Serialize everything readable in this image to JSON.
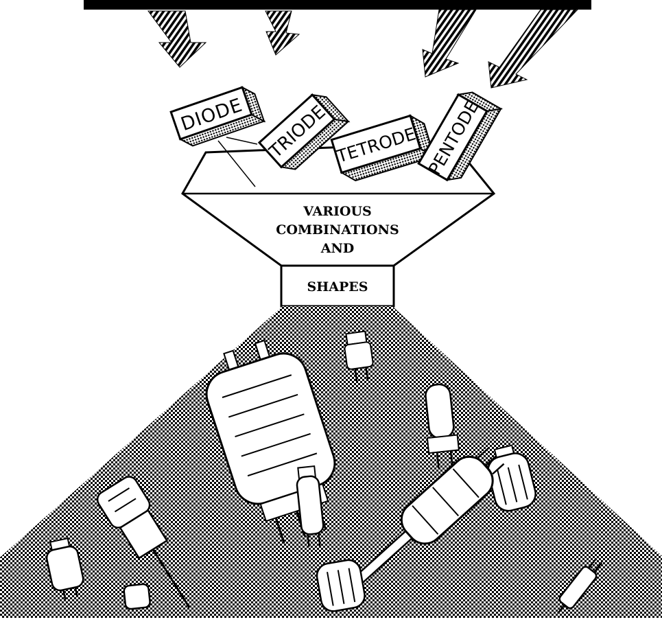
{
  "colors": {
    "ink": "#000000",
    "paper": "#ffffff"
  },
  "blocks": [
    {
      "label": "DIODE"
    },
    {
      "label": "TRIODE"
    },
    {
      "label": "TETRODE"
    },
    {
      "label": "PENTODE"
    }
  ],
  "funnel": {
    "line1": "VARIOUS",
    "line2": "COMBINATIONS",
    "line3": "AND",
    "spout_label": "SHAPES"
  },
  "icons": [
    "striped-arrow-icon",
    "vacuum-tube-icon"
  ]
}
